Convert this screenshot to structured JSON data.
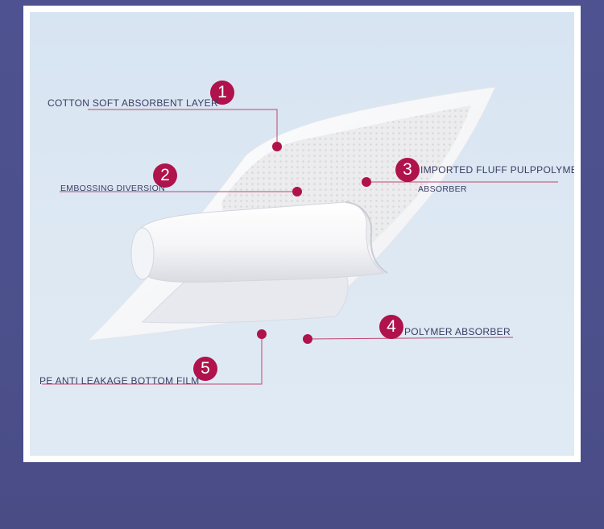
{
  "colors": {
    "accent": "#b0124b",
    "label_text": "#3a3d63",
    "page_background": "#4e5290",
    "panel_background": "#dae6f3"
  },
  "callouts": [
    {
      "number": "1",
      "label": "COTTON SOFT ABSORBENT LAYER"
    },
    {
      "number": "2",
      "label": "EMBOSSING DIVERSION"
    },
    {
      "number": "3",
      "label": "IMPORTED FLUFF PULPPOLYMER",
      "label_line2": "ABSORBER"
    },
    {
      "number": "4",
      "label": "POLYMER ABSORBER"
    },
    {
      "number": "5",
      "label": "PE ANTI LEAKAGE BOTTOM FILM"
    }
  ]
}
